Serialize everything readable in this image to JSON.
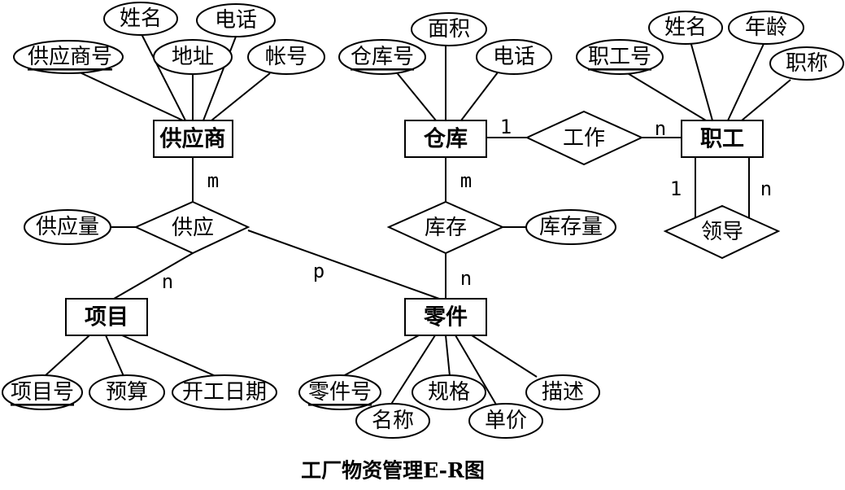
{
  "title": "工厂物资管理E-R图",
  "entities": {
    "supplier": "供应商",
    "warehouse": "仓库",
    "employee": "职工",
    "project": "项目",
    "part": "零件"
  },
  "relationships": {
    "supply": "供应",
    "stock": "库存",
    "work": "工作",
    "lead": "领导"
  },
  "attributes": {
    "supplier_no": "供应商号",
    "supplier_name": "姓名",
    "supplier_address": "地址",
    "supplier_phone": "电话",
    "supplier_account": "帐号",
    "warehouse_no": "仓库号",
    "warehouse_area": "面积",
    "warehouse_phone": "电话",
    "employee_no": "职工号",
    "employee_name": "姓名",
    "employee_age": "年龄",
    "employee_title": "职称",
    "supply_qty": "供应量",
    "stock_qty": "库存量",
    "project_no": "项目号",
    "project_budget": "预算",
    "project_start": "开工日期",
    "part_no": "零件号",
    "part_name": "名称",
    "part_spec": "规格",
    "part_price": "单价",
    "part_desc": "描述"
  },
  "cardinalities": {
    "supplier_supply": "m",
    "project_supply": "n",
    "part_supply": "p",
    "warehouse_stock": "m",
    "part_stock": "n",
    "warehouse_work": "1",
    "employee_work": "n",
    "lead_one": "1",
    "lead_many": "n"
  }
}
